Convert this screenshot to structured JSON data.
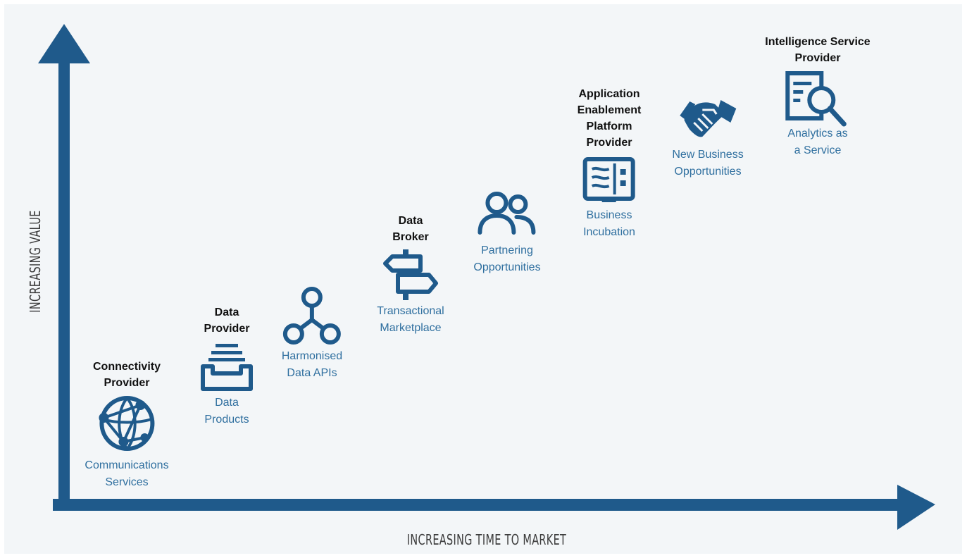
{
  "axes": {
    "x_label": "INCREASING TIME TO MARKET",
    "y_label": "INCREASING VALUE"
  },
  "colors": {
    "primary": "#1f5a8b",
    "service_text": "#2f6f9f",
    "role_text": "#111111",
    "background": "#f3f6f8"
  },
  "stages": [
    {
      "role": "Connectivity\nProvider",
      "service": "Communications\nServices",
      "icon": "globe-network-icon"
    },
    {
      "role": "Data\nProvider",
      "service": "Data\nProducts",
      "icon": "inbox-tray-icon"
    },
    {
      "role": "",
      "service": "Harmonised\nData APIs",
      "icon": "node-graph-icon"
    },
    {
      "role": "Data\nBroker",
      "service": "Transactional\nMarketplace",
      "icon": "signpost-icon"
    },
    {
      "role": "",
      "service": "Partnering\nOpportunities",
      "icon": "people-icon"
    },
    {
      "role": "Application\nEnablement\nPlatform\nProvider",
      "service": "Business\nIncubation",
      "icon": "oven-icon"
    },
    {
      "role": "",
      "service": "New Business\nOpportunities",
      "icon": "handshake-icon"
    },
    {
      "role": "Intelligence Service\nProvider",
      "service": "Analytics as\na Service",
      "icon": "document-search-icon"
    }
  ]
}
